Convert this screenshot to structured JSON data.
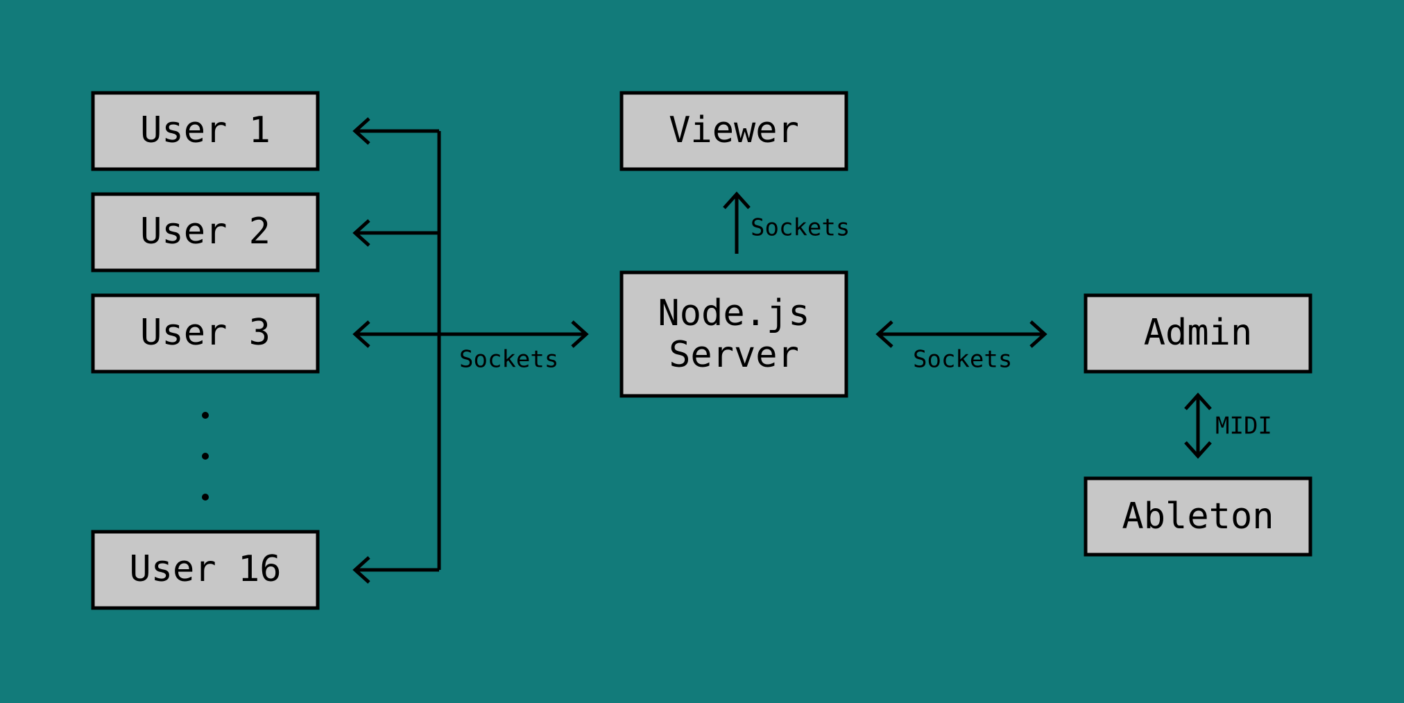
{
  "colors": {
    "background": "#127b7a",
    "box_fill": "#c7c7c7",
    "stroke": "#000000"
  },
  "nodes": {
    "user1": "User 1",
    "user2": "User 2",
    "user3": "User 3",
    "user16": "User 16",
    "viewer": "Viewer",
    "server_line1": "Node.js",
    "server_line2": "Server",
    "admin": "Admin",
    "ableton": "Ableton"
  },
  "ellipsis_dots": 3,
  "edges": {
    "users_server": "Sockets",
    "server_viewer": "Sockets",
    "server_admin": "Sockets",
    "admin_ableton": "MIDI"
  }
}
